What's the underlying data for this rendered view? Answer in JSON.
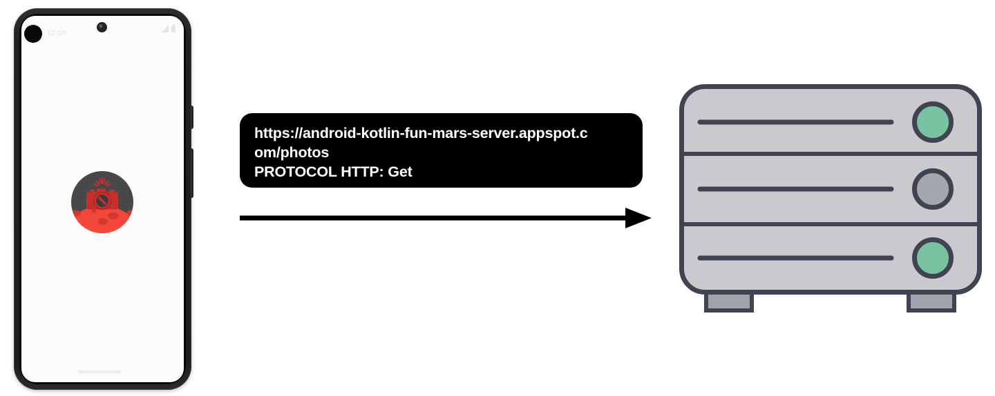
{
  "phone": {
    "status_bar": {
      "clock": "12:00"
    },
    "app_icon": "mars-camera-icon",
    "home_indicator": "home-indicator-bar"
  },
  "request_box": {
    "url": "https://android-kotlin-fun-mars-server.appspot.com/photos",
    "url_lines": [
      "https://android-kotlin-fun-mars-server.appspot.c",
      "om/photos"
    ],
    "protocol_line": "PROTOCOL HTTP: Get"
  },
  "arrow": {
    "direction": "right"
  },
  "server": {
    "rack_units": 3,
    "leds": [
      "green",
      "gray",
      "green"
    ]
  },
  "colors": {
    "box_bg": "#000000",
    "box_text": "#ffffff",
    "arrow": "#000000",
    "icon_bg": "#48484b",
    "mars_red": "#f4473c",
    "crater_red": "#d23a30",
    "camera_red": "#c62f2b",
    "lens_dark": "#3a3a3e",
    "server_fill": "#c9c9ce",
    "server_stroke": "#3f4450",
    "led_green": "#7ac3a2",
    "led_gray": "#a4a7b0",
    "feet_gray": "#9fa3ad"
  }
}
